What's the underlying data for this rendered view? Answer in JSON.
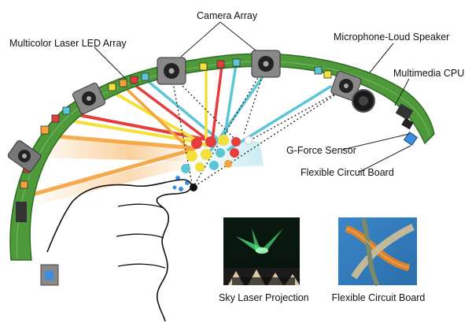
{
  "labels": {
    "camera_array": "Camera Array",
    "laser_led_array": "Multicolor Laser LED Array",
    "microphone_speaker": "Microphone-Loud Speaker",
    "multimedia_cpu": "Multimedia CPU",
    "g_force_sensor": "G-Force Sensor",
    "flexible_circuit_board": "Flexible Circuit Board"
  },
  "captions": {
    "sky_laser": "Sky Laser Projection",
    "flex_board": "Flexible Circuit Board"
  },
  "colors": {
    "board_green": "#4e9a3a",
    "beam_red": "#e63c3c",
    "beam_orange": "#f5a23a",
    "beam_yellow": "#f3e03a",
    "beam_cyan": "#5cc6d6",
    "beam_blue": "#3c8ee0",
    "photo_laser_green": "#4fe07a",
    "flex_orange": "#d9822b"
  }
}
